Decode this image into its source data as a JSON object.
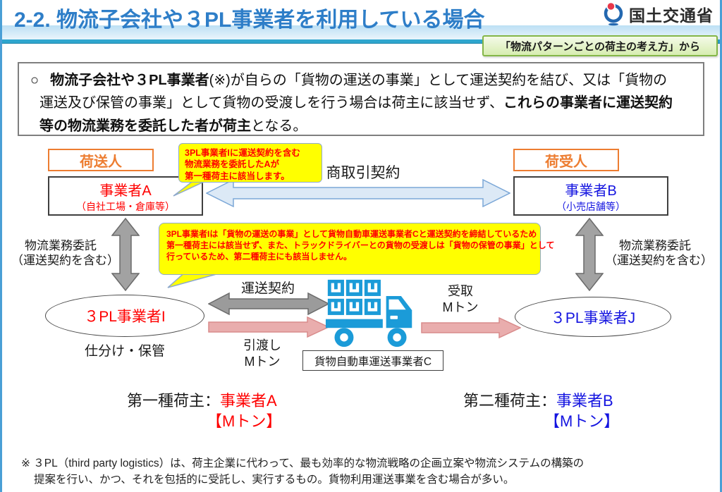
{
  "header": {
    "title": "2-2. 物流子会社や３PL事業者を利用している場合",
    "ministry": "国土交通省",
    "source_note": "「物流パターンごとの荷主の考え方」から"
  },
  "summary": {
    "bullet": "○",
    "bold_lead": "物流子会社や３PL事業者",
    "line1_rest": "(※)が自らの「貨物の運送の事業」として運送契約を結び、又は「貨物の",
    "line2_normal": "運送及び保管の事業」として貨物の受渡しを行う場合は荷主に該当せず、",
    "line2_bold": "これらの事業者に運送契約",
    "line3_bold": "等の物流業務を委託した者が荷主",
    "line3_tail": "となる。"
  },
  "diagram": {
    "shipper": "荷送人",
    "consignee": "荷受人",
    "company_a": {
      "name": "事業者A",
      "desc": "（自社工場・倉庫等）"
    },
    "company_b": {
      "name": "事業者B",
      "desc": "（小売店舗等）"
    },
    "commercial_contract": "商取引契約",
    "outsourcing_left": {
      "line1": "物流業務委託",
      "line2": "（運送契約を含む）"
    },
    "outsourcing_right": {
      "line1": "物流業務委託",
      "line2": "（運送契約を含む）"
    },
    "callout_a": {
      "line1": "3PL事業者Iに運送契約を含む",
      "line2": "物流業務を委託したAが",
      "line3": "第一種荷主に該当します。"
    },
    "callout_i": {
      "line1": "3PL事業者Iは「貨物の運送の事業」として貨物自動車運送事業者Cと運送契約を締結しているため",
      "line2": "第一種荷主には該当せず、また、トラックドライバーとの貨物の受渡しは「貨物の保管の事業」として",
      "line3": "行っているため、第二種荷主にも該当しません。"
    },
    "pl_i": "３PL事業者I",
    "pl_j": "３PL事業者J",
    "sorting_storage": "仕分け・保管",
    "transport_contract": "運送契約",
    "handover": {
      "line1": "引渡し",
      "line2": "Mトン"
    },
    "receipt": {
      "line1": "受取",
      "line2": "Mトン"
    },
    "carrier_c": "貨物自動車運送事業者C",
    "type1": {
      "label": "第一種荷主：",
      "value": "事業者A",
      "tons": "【Mトン】"
    },
    "type2": {
      "label": "第二種荷主：",
      "value": "事業者B",
      "tons": "【Mトン】"
    }
  },
  "footnote": {
    "line1": "※ ３PL（third party logistics）は、荷主企業に代わって、最も効率的な物流戦略の企画立案や物流システムの構築の",
    "line2": "提案を行い、かつ、それを包括的に受託し、実行するもの。貨物利用運送事業を含む場合が多い。"
  },
  "colors": {
    "title_blue": "#2e7ec8",
    "header_teal": "#2fa6ce",
    "orange": "#ed7d31",
    "red": "#ff0000",
    "blue": "#1414e0",
    "callout_yellow": "#ffff00",
    "truck_blue": "#1b9bd8",
    "green_border": "#84b648",
    "gray_arrow": "#a2a2a2",
    "pink_arrow": "#e9adad",
    "lightblue_arrow": "#dce9f6"
  }
}
